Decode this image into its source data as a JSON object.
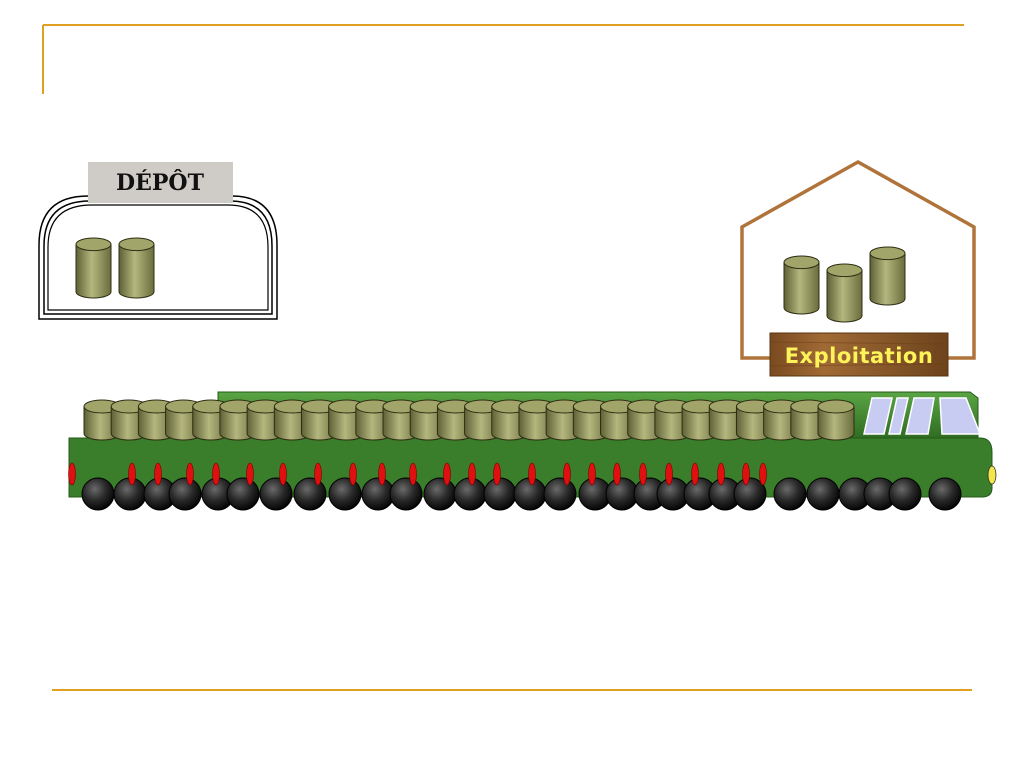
{
  "depot": {
    "label": "DÉPÔT",
    "barrels": 2
  },
  "exploitation": {
    "label": "Exploitation",
    "barrels": 3
  },
  "convoy": {
    "barrels": 28
  },
  "colors": {
    "accent_line": "#E0A020",
    "train_green": "#3A7D2A",
    "train_roof": "#3F8B2E",
    "window": "#C8CCF2",
    "barrel": "#A2A56A",
    "barrel_dark": "#5E6135",
    "house_outline": "#B0733A",
    "sign_wood": "#8A5A2B",
    "sign_text": "#FFF35A",
    "depot_sign_bg": "#CFCBC6",
    "wheel": "#1A1A1A",
    "light": "#E01010"
  }
}
